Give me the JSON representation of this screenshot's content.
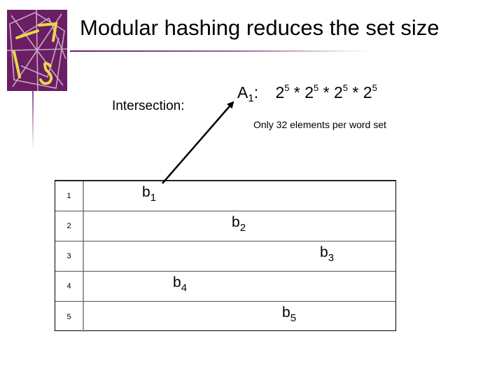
{
  "slide": {
    "title": "Modular hashing reduces the set size",
    "intersection_label": "Intersection:",
    "formula": {
      "var": "A",
      "var_sub": "1",
      "colon": ":",
      "terms": [
        {
          "base": "2",
          "exp": "5"
        },
        {
          "base": "2",
          "exp": "5"
        },
        {
          "base": "2",
          "exp": "5"
        },
        {
          "base": "2",
          "exp": "5"
        }
      ],
      "operator": "*"
    },
    "note": "Only 32 elements per word set",
    "rows": [
      {
        "num": "1",
        "bucket": "b",
        "sub": "1"
      },
      {
        "num": "2",
        "bucket": "b",
        "sub": "2"
      },
      {
        "num": "3",
        "bucket": "b",
        "sub": "3"
      },
      {
        "num": "4",
        "bucket": "b",
        "sub": "4"
      },
      {
        "num": "5",
        "bucket": "b",
        "sub": "5"
      }
    ],
    "colors": {
      "logo_bg": "#6b1e63",
      "logo_lines": "#c9a8c4",
      "logo_text": "#e8d84a"
    }
  }
}
